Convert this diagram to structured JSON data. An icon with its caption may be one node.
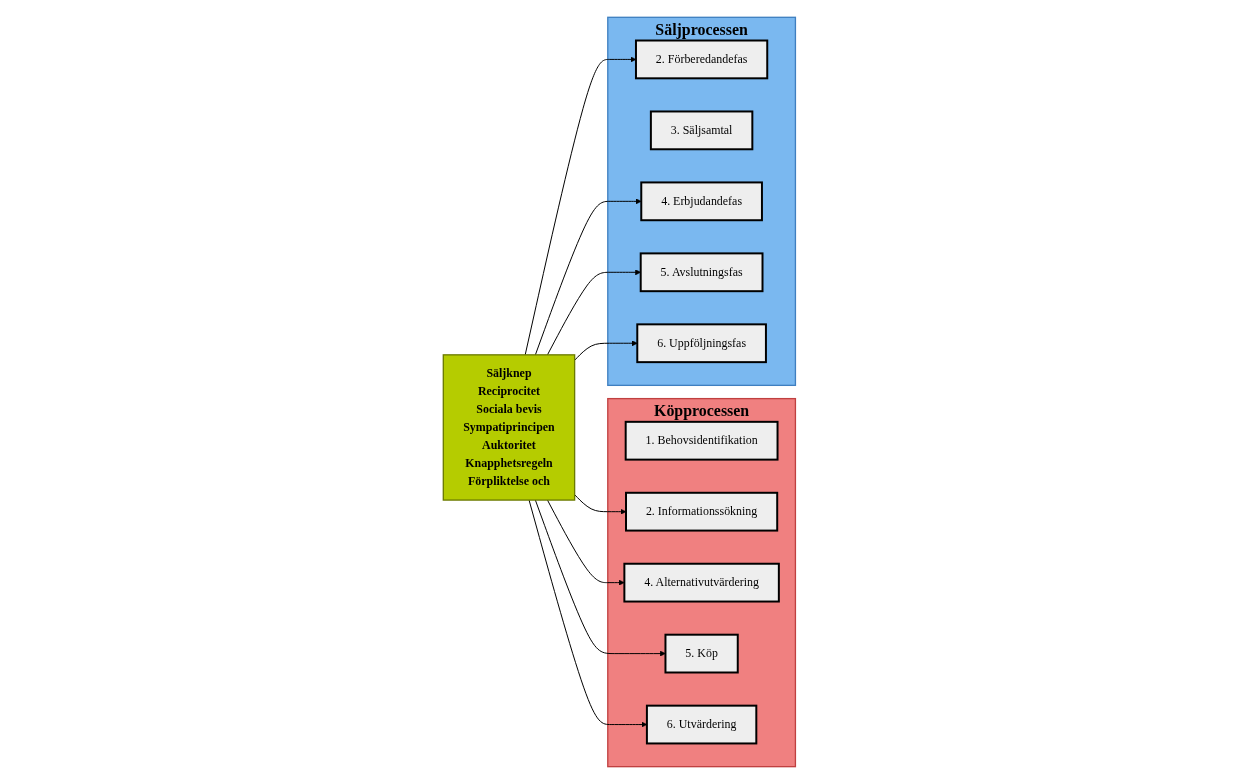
{
  "diagram": {
    "nodes": [
      {
        "text": [
          "Köpprocessen"
        ]
      },
      {
        "text": [
          "1. Behovsidentifikation"
        ],
        "in": 0
      },
      {
        "text": [
          "2. Informationssökning"
        ],
        "in": 0
      },
      {
        "text": [
          "4. Alternativutvärdering"
        ],
        "in": 0
      },
      {
        "text": [
          "5. Köp"
        ],
        "in": 0
      },
      {
        "text": [
          "6. Utvärdering"
        ],
        "in": 0
      },
      {
        "text": [
          "Säljknep",
          "Reciprocitet",
          "Sociala bevis",
          "Sympatiprincipen",
          "Auktoritet",
          "Knapphetsregeln",
          "Förpliktelse och"
        ]
      },
      {
        "text": [
          "Säljprocessen"
        ]
      },
      {
        "text": [
          "2. Förberedandefas"
        ],
        "in": 7
      },
      {
        "text": [
          "3. Säljsamtal"
        ],
        "in": 7
      },
      {
        "text": [
          "4. Erbjudandefas"
        ],
        "in": 7
      },
      {
        "text": [
          "5. Avslutningsfas"
        ],
        "in": 7
      },
      {
        "text": [
          "6. Uppföljningsfas"
        ],
        "in": 7
      }
    ],
    "edges": [
      {
        "from": 6,
        "to": 2,
        "arrow": "to"
      },
      {
        "from": 6,
        "to": 8,
        "arrow": "to"
      },
      {
        "from": 6,
        "to": 3,
        "arrow": "to"
      },
      {
        "from": 6,
        "to": 10,
        "arrow": "to"
      },
      {
        "from": 6,
        "to": 4,
        "arrow": "to"
      },
      {
        "from": 6,
        "to": 11,
        "arrow": "to"
      },
      {
        "from": 6,
        "to": 5,
        "arrow": "to"
      },
      {
        "from": 6,
        "to": 12,
        "arrow": "to"
      }
    ]
  }
}
